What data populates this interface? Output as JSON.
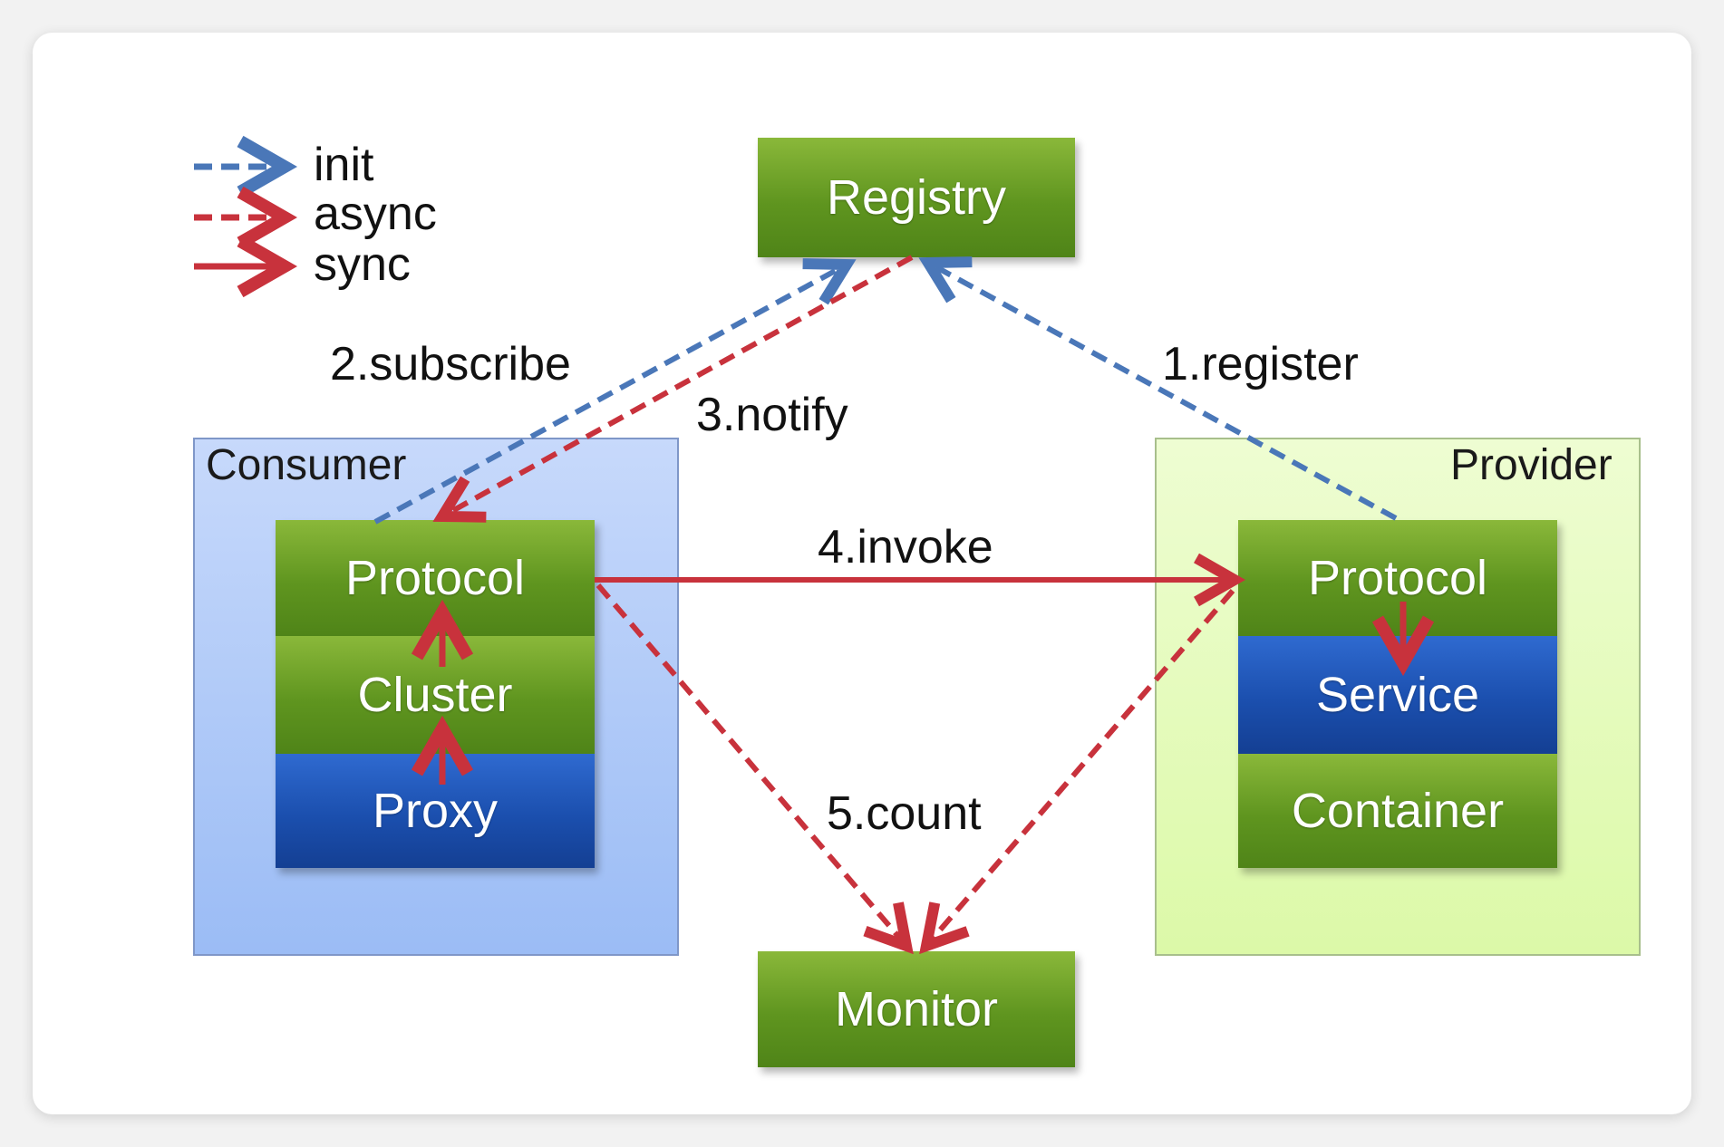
{
  "legend": {
    "init": "init",
    "async": "async",
    "sync": "sync"
  },
  "nodes": {
    "registry": "Registry",
    "monitor": "Monitor",
    "consumer": {
      "title": "Consumer",
      "protocol": "Protocol",
      "cluster": "Cluster",
      "proxy": "Proxy"
    },
    "provider": {
      "title": "Provider",
      "protocol": "Protocol",
      "service": "Service",
      "container": "Container"
    }
  },
  "edges": {
    "register": "1.register",
    "subscribe": "2.subscribe",
    "notify": "3.notify",
    "invoke": "4.invoke",
    "count": "5.count"
  },
  "colors": {
    "init": "#4a77b8",
    "async": "#c8323c",
    "sync": "#c8323c",
    "green": "#5f951f",
    "blue": "#1b4fae"
  }
}
